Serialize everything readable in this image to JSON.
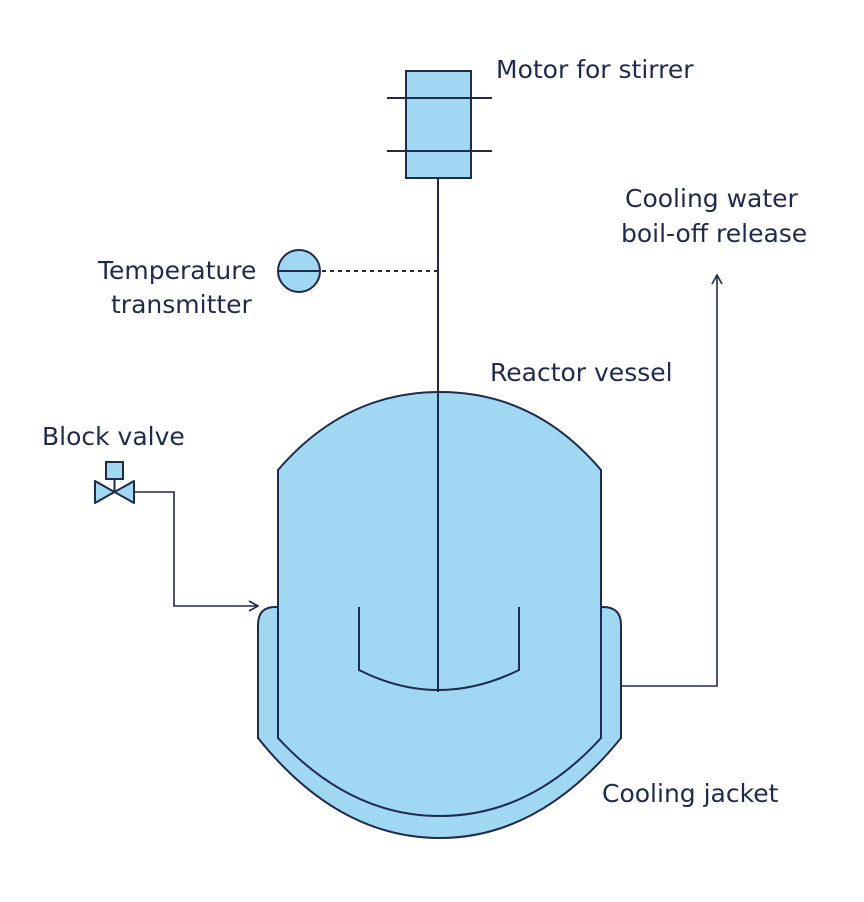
{
  "colors": {
    "fill": "#9fd8f0",
    "stroke": "#1f2a4d",
    "background": "#ffffff"
  },
  "labels": {
    "motor": "Motor for stirrer",
    "cooling_water_line1": "Cooling water",
    "cooling_water_line2": "boil-off release",
    "temperature_line1": "Temperature",
    "temperature_line2": "transmitter",
    "reactor_vessel": "Reactor vessel",
    "block_valve": "Block valve",
    "cooling_jacket": "Cooling jacket"
  }
}
